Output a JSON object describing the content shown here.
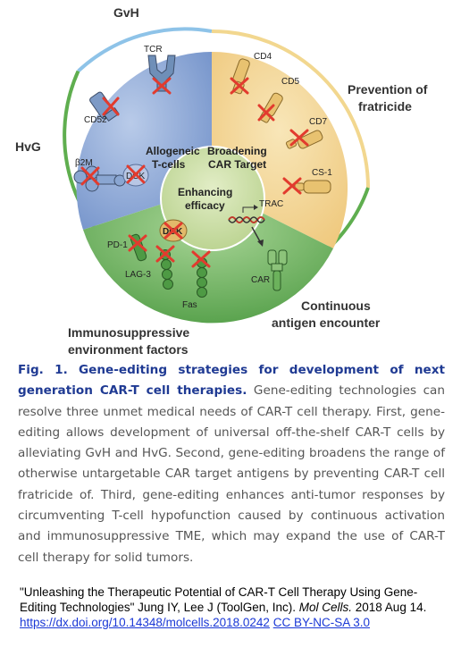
{
  "figure": {
    "outer_labels": {
      "gvh": "GvH",
      "hvg": "HvG",
      "prevention_line1": "Prevention of",
      "prevention_line2": "fratricide",
      "continuous_line1": "Continuous",
      "continuous_line2": "antigen encounter",
      "immuno_line1": "Immunosuppressive",
      "immuno_line2": "environment factors"
    },
    "sectors": {
      "allogeneic_line1": "Allogeneic",
      "allogeneic_line2": "T-cells",
      "broadening_line1": "Broadening",
      "broadening_line2": "CAR Target",
      "enhancing_line1": "Enhancing",
      "enhancing_line2": "efficacy"
    },
    "targets": {
      "tcr": "TCR",
      "cd52": "CD52",
      "b2m": "β2M",
      "dck_top": "DCK",
      "cd4": "CD4",
      "cd5": "CD5",
      "cd7": "CD7",
      "cs1": "CS-1",
      "dgk": "DGK",
      "pd1": "PD-1",
      "lag3": "LAG-3",
      "fas": "Fas",
      "trac": "TRAC",
      "car": "CAR"
    },
    "colors": {
      "outer_ring": "#5aa84c",
      "outer_ring_top": "#7fb8e0",
      "outer_ring_right": "#f1d48a",
      "blue_sector": "#8da8d6",
      "yellow_sector": "#f1cf86",
      "green_sector": "#6cb25c",
      "cross": "#e23b2e"
    }
  },
  "caption": {
    "title": "Fig. 1. Gene-editing strategies for development of next generation CAR-T cell therapies.",
    "body": " Gene-editing technologies can resolve three unmet medical needs of CAR-T cell therapy. First, gene-editing allows development of universal off-the-shelf CAR-T cells by alleviating GvH and HvG. Second, gene-editing broadens the range of otherwise untargetable CAR target antigens by preventing CAR-T cell fratricide of. Third, gene-editing enhances anti-tumor responses by circumventing T-cell hypofunction caused by continuous activation and immunosuppressive TME, which may expand the use of CAR-T cell therapy for solid tumors."
  },
  "credit": {
    "quote": "\"Unleashing the Therapeutic Potential of CAR-T Cell Therapy Using Gene-Editing Technologies\" Jung IY, Lee J (ToolGen, Inc).",
    "journal": "Mol Cells.",
    "date": " 2018 Aug 14. ",
    "doi_link": "https://dx.doi.org/10.14348/molcells.2018.0242",
    "license_link": "CC BY-NC-SA 3.0"
  }
}
